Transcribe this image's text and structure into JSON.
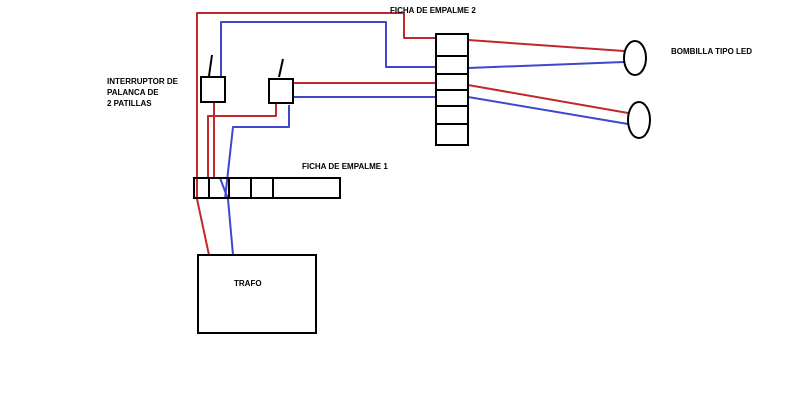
{
  "labels": {
    "ficha2": "FICHA DE EMPALME  2",
    "ficha1": "FICHA DE EMPALME  1",
    "bombilla": "BOMBILLA TIPO LED",
    "interruptor_1": "INTERRUPTOR DE",
    "interruptor_2": "PALANCA DE",
    "interruptor_3": "2 PATILLAS",
    "trafo": "TRAFO"
  },
  "colors": {
    "red_wire": "#c1272d",
    "blue_wire": "#3f48cc",
    "outline": "#000000",
    "background": "#ffffff"
  }
}
